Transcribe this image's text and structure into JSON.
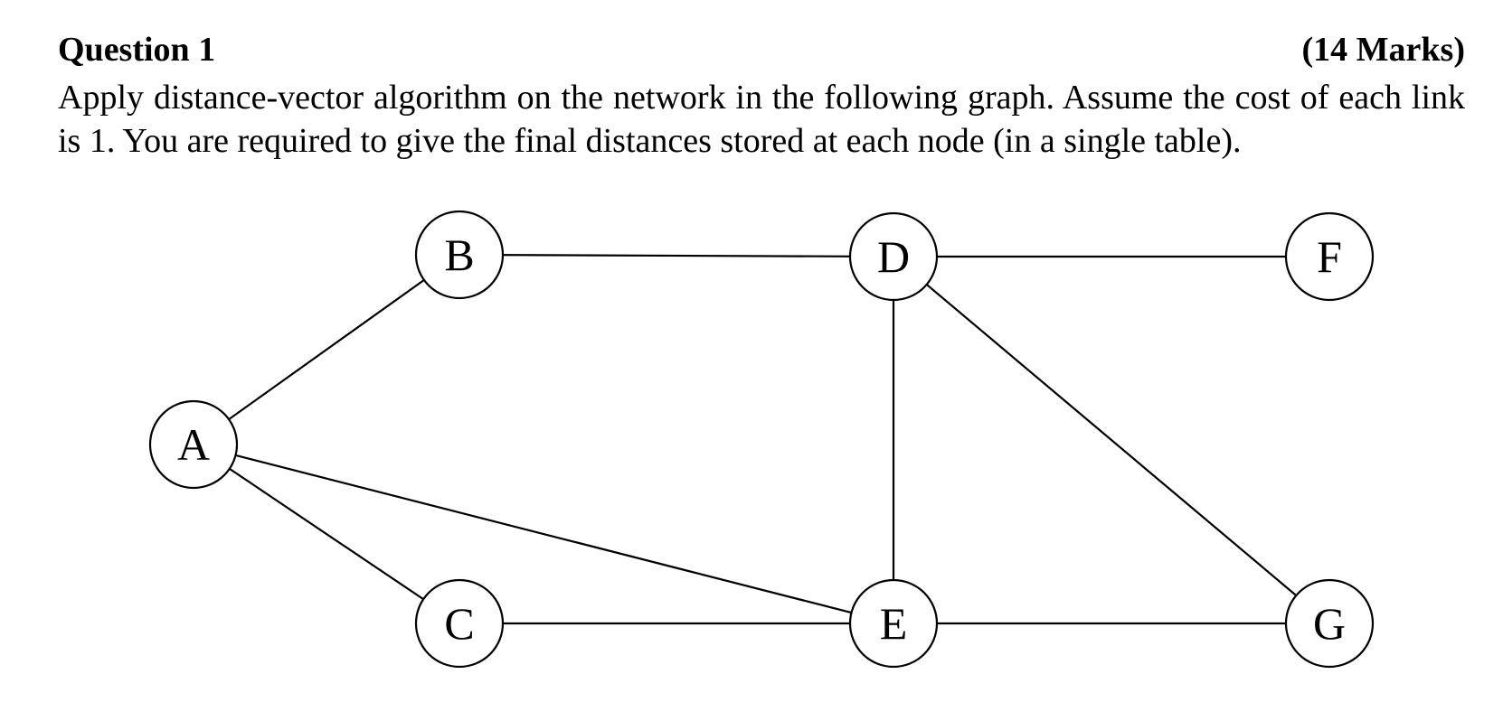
{
  "question": {
    "title": "Question 1",
    "marks": "(14 Marks)",
    "body": "Apply distance-vector algorithm on the network in the following graph. Assume the cost of each link is 1. You are required to give the final distances stored at each node (in a single table)."
  },
  "graph": {
    "nodes": [
      {
        "id": "A",
        "label": "A"
      },
      {
        "id": "B",
        "label": "B"
      },
      {
        "id": "C",
        "label": "C"
      },
      {
        "id": "D",
        "label": "D"
      },
      {
        "id": "E",
        "label": "E"
      },
      {
        "id": "F",
        "label": "F"
      },
      {
        "id": "G",
        "label": "G"
      }
    ],
    "edges": [
      {
        "from": "A",
        "to": "B"
      },
      {
        "from": "A",
        "to": "C"
      },
      {
        "from": "A",
        "to": "E"
      },
      {
        "from": "B",
        "to": "D"
      },
      {
        "from": "C",
        "to": "E"
      },
      {
        "from": "D",
        "to": "F"
      },
      {
        "from": "D",
        "to": "E"
      },
      {
        "from": "D",
        "to": "G"
      },
      {
        "from": "E",
        "to": "G"
      }
    ],
    "colors": {
      "stroke": "#000000",
      "fill": "#ffffff"
    }
  }
}
